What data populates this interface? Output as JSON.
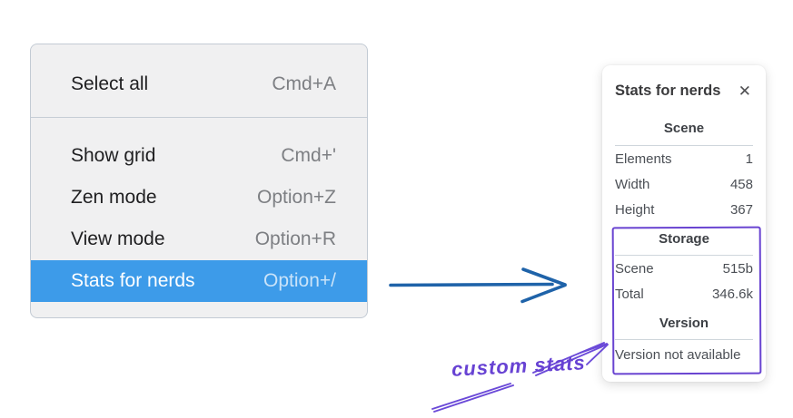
{
  "colors": {
    "menu_highlight_blue": "#3d9be9",
    "arrow_blue": "#1f63a9",
    "annotation_violet": "#6742d3"
  },
  "menu": {
    "sections": [
      {
        "items": [
          {
            "label": "Select all",
            "shortcut": "Cmd+A"
          }
        ]
      },
      {
        "items": [
          {
            "label": "Show grid",
            "shortcut": "Cmd+'"
          },
          {
            "label": "Zen mode",
            "shortcut": "Option+Z"
          },
          {
            "label": "View mode",
            "shortcut": "Option+R"
          },
          {
            "label": "Stats for nerds",
            "shortcut": "Option+/",
            "selected": true
          }
        ]
      }
    ]
  },
  "panel": {
    "title": "Stats for nerds",
    "close_label": "✕",
    "scene": {
      "heading": "Scene",
      "rows": [
        {
          "label": "Elements",
          "value": "1"
        },
        {
          "label": "Width",
          "value": "458"
        },
        {
          "label": "Height",
          "value": "367"
        }
      ]
    },
    "storage": {
      "heading": "Storage",
      "rows": [
        {
          "label": "Scene",
          "value": "515b"
        },
        {
          "label": "Total",
          "value": "346.6k"
        }
      ]
    },
    "version": {
      "heading": "Version",
      "note": "Version not available"
    }
  },
  "annotation": {
    "label": "custom stats"
  }
}
